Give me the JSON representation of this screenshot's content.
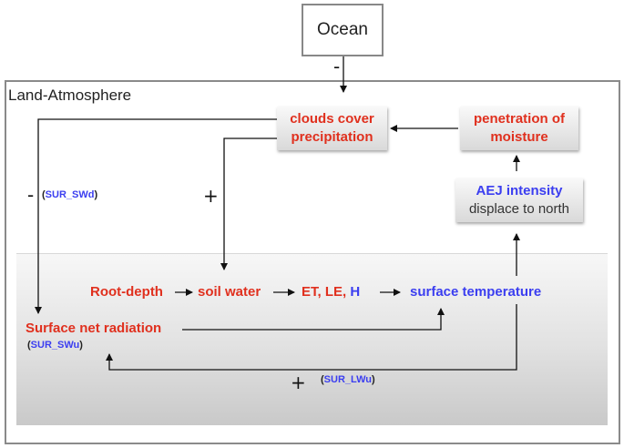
{
  "ocean": "Ocean",
  "frame_title": "Land-Atmosphere",
  "nodes": {
    "clouds_l1": "clouds cover",
    "clouds_l2": "precipitation",
    "pen_l1": "penetration of",
    "pen_l2": "moisture",
    "aej_l1": "AEJ intensity",
    "aej_l2": "displace to north",
    "root_depth": "Root-depth",
    "soil_water": "soil water",
    "et": "ET",
    "le": "LE",
    "h": "H",
    "comma": ",",
    "surface_temperature": "surface temperature",
    "surface_net_radiation": "Surface net radiation"
  },
  "annotations": {
    "sur_swd": "SUR_SWd",
    "sur_swu": "SUR_SWu",
    "sur_lwu": "SUR_LWu",
    "open_paren": "(",
    "close_paren": ")"
  },
  "signs": {
    "ocean_effect": "-",
    "radiation_effect": "-",
    "precip_effect": "+",
    "feedback_effect": "+"
  },
  "colors": {
    "red": "#e0301e",
    "blue": "#3b3ef0",
    "arrow": "#111111"
  }
}
